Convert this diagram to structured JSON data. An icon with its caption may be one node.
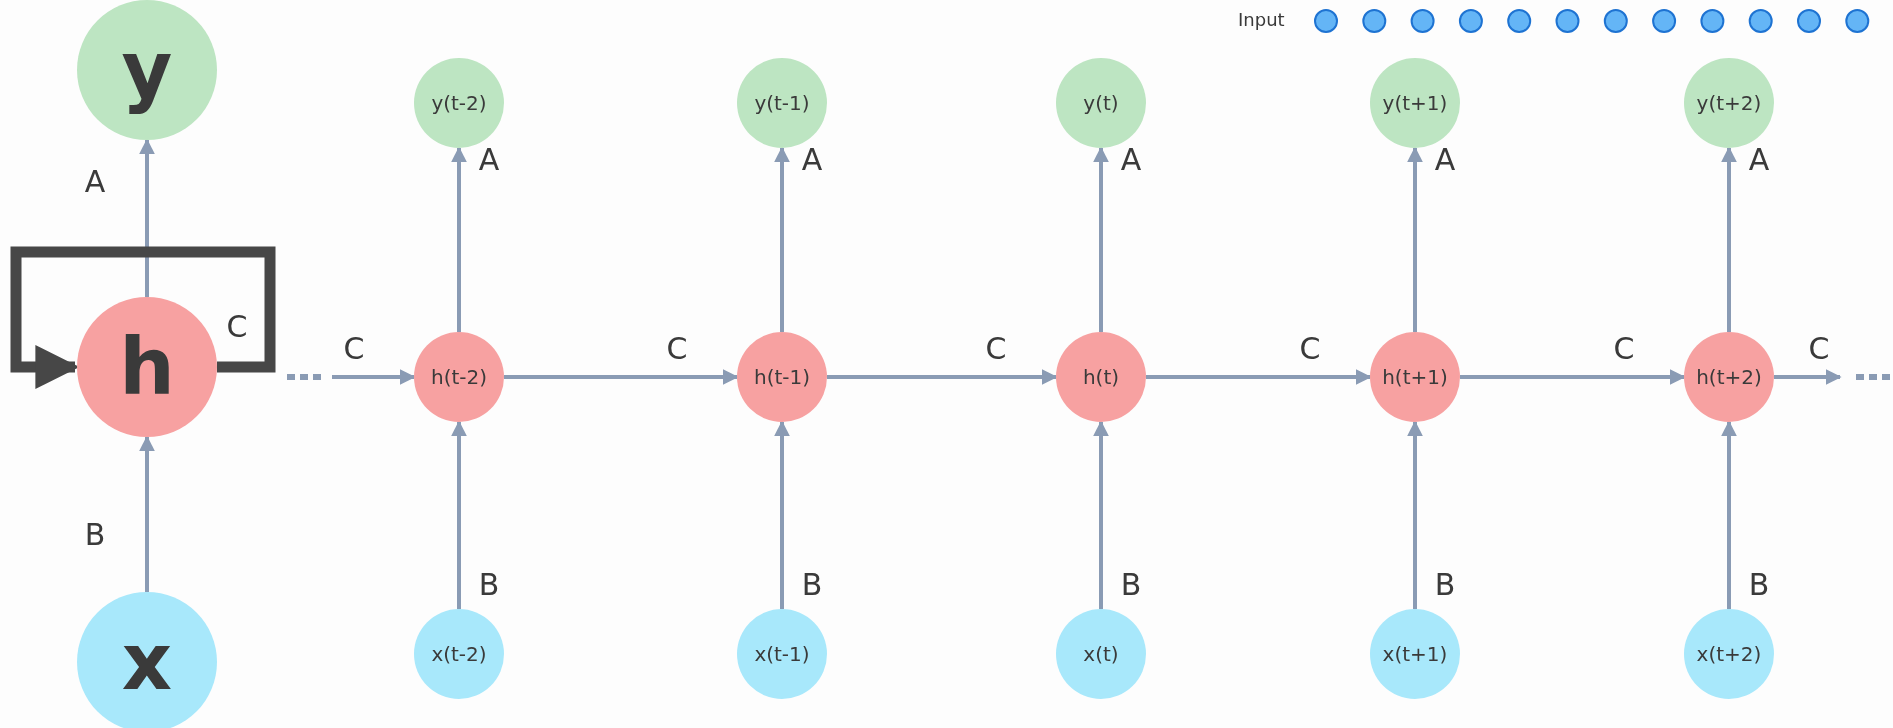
{
  "diagram": {
    "nodes": [
      {
        "text": [
          "y"
        ]
      },
      {
        "text": [
          "h"
        ]
      },
      {
        "text": [
          "x"
        ]
      },
      {
        "text": [
          "y(t-2)"
        ]
      },
      {
        "text": [
          "h(t-2)"
        ]
      },
      {
        "text": [
          "x(t-2)"
        ]
      },
      {
        "text": [
          "y(t-1)"
        ]
      },
      {
        "text": [
          "h(t-1)"
        ]
      },
      {
        "text": [
          "x(t-1)"
        ]
      },
      {
        "text": [
          "y(t)"
        ]
      },
      {
        "text": [
          "h(t)"
        ]
      },
      {
        "text": [
          "x(t)"
        ]
      },
      {
        "text": [
          "y(t+1)"
        ]
      },
      {
        "text": [
          "h(t+1)"
        ]
      },
      {
        "text": [
          "x(t+1)"
        ]
      },
      {
        "text": [
          "y(t+2)"
        ]
      },
      {
        "text": [
          "h(t+2)"
        ]
      },
      {
        "text": [
          "x(t+2)"
        ]
      }
    ],
    "edges": [
      {
        "from": 2,
        "to": 1,
        "arrow": "to",
        "label": "B"
      },
      {
        "from": 1,
        "to": 0,
        "arrow": "to",
        "label": "A"
      },
      {
        "from": 1,
        "to": 1,
        "arrow": "to",
        "label": "C",
        "style": "thick",
        "color": "#474747"
      },
      {
        "from": 5,
        "to": 4,
        "arrow": "to",
        "label": "B"
      },
      {
        "from": 4,
        "to": 3,
        "arrow": "to",
        "label": "A"
      },
      {
        "from": 8,
        "to": 7,
        "arrow": "to",
        "label": "B"
      },
      {
        "from": 7,
        "to": 6,
        "arrow": "to",
        "label": "A"
      },
      {
        "from": 11,
        "to": 10,
        "arrow": "to",
        "label": "B"
      },
      {
        "from": 10,
        "to": 9,
        "arrow": "to",
        "label": "A"
      },
      {
        "from": 14,
        "to": 13,
        "arrow": "to",
        "label": "B"
      },
      {
        "from": 13,
        "to": 12,
        "arrow": "to",
        "label": "A"
      },
      {
        "from": 17,
        "to": 16,
        "arrow": "to",
        "label": "B"
      },
      {
        "from": 16,
        "to": 15,
        "arrow": "to",
        "label": "A"
      },
      {
        "from": null,
        "to": 4,
        "arrow": "to",
        "label": "C"
      },
      {
        "from": 4,
        "to": 7,
        "arrow": "to",
        "label": "C"
      },
      {
        "from": 7,
        "to": 10,
        "arrow": "to",
        "label": "C"
      },
      {
        "from": 10,
        "to": 13,
        "arrow": "to",
        "label": "C"
      },
      {
        "from": 13,
        "to": 16,
        "arrow": "to",
        "label": "C"
      },
      {
        "from": 16,
        "to": null,
        "arrow": "to",
        "label": "C"
      }
    ],
    "labels": [
      "Input"
    ]
  }
}
